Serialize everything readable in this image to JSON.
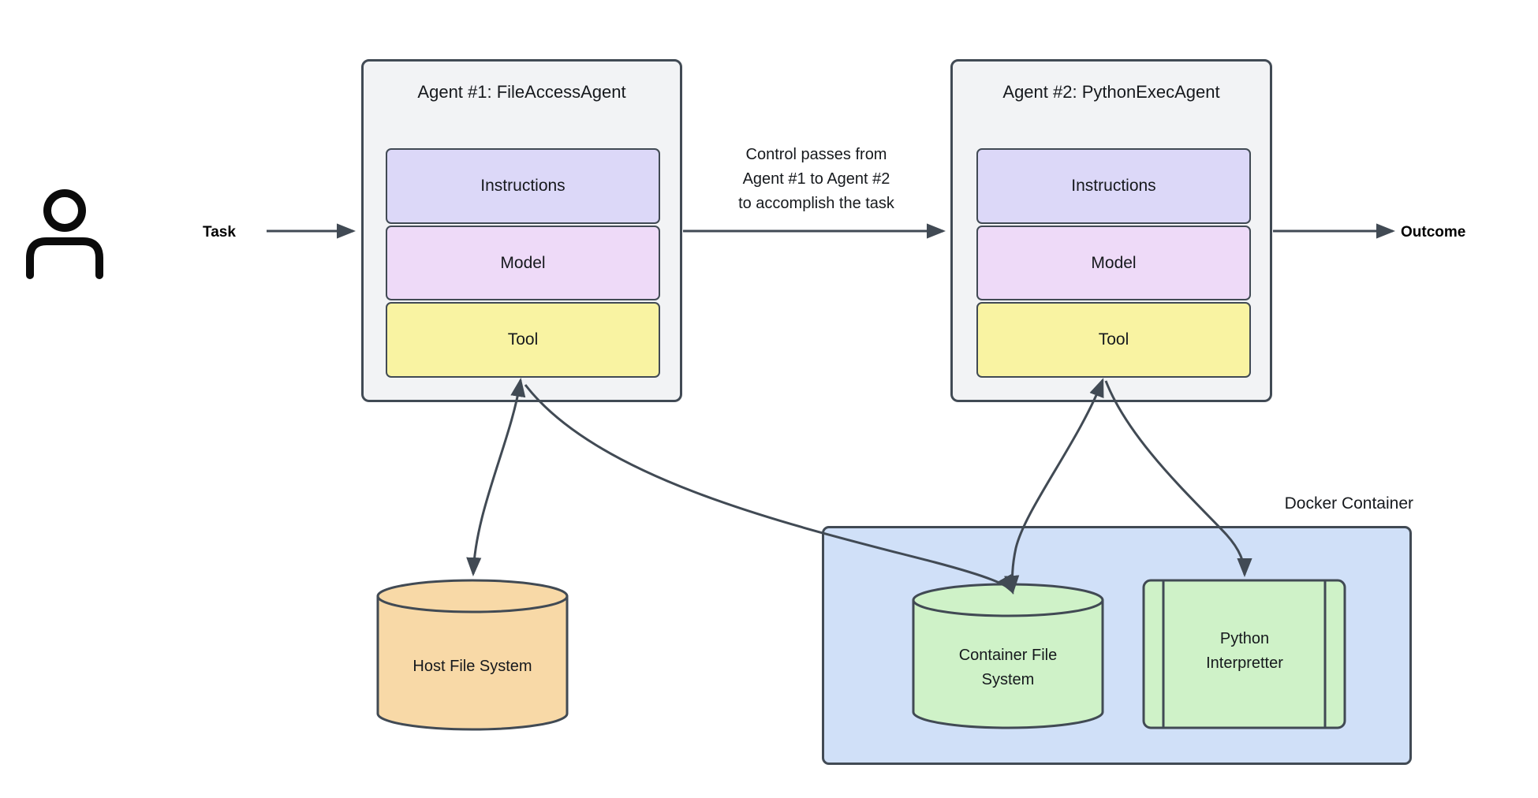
{
  "colors": {
    "stroke": "#414a54",
    "text": "#16191d",
    "icon": "#0b0b0b",
    "agent_fill": "#f2f3f5",
    "instructions_fill": "#dcd8f8",
    "model_fill": "#eedaf8",
    "tool_fill": "#f9f3a2",
    "docker_fill": "#d0e0f8",
    "green_fill": "#cff2c8",
    "orange_fill": "#f8d9a7"
  },
  "icons": {
    "person_icon": "user-silhouette",
    "arrowhead_icon": "solid-triangle"
  },
  "labels": {
    "task": "Task",
    "outcome": "Outcome",
    "docker": "Docker Container",
    "host_file_system": "Host File System",
    "container_file_system": "Container File System",
    "python_interpreter": "Python Interpretter"
  },
  "control_note": {
    "line1": "Control passes from",
    "line2": "Agent #1 to Agent #2",
    "line3": "to accomplish the task"
  },
  "agent1": {
    "title": "Agent #1: FileAccessAgent",
    "instructions": "Instructions",
    "model": "Model",
    "tool": "Tool"
  },
  "agent2": {
    "title": "Agent #2: PythonExecAgent",
    "instructions": "Instructions",
    "model": "Model",
    "tool": "Tool"
  }
}
